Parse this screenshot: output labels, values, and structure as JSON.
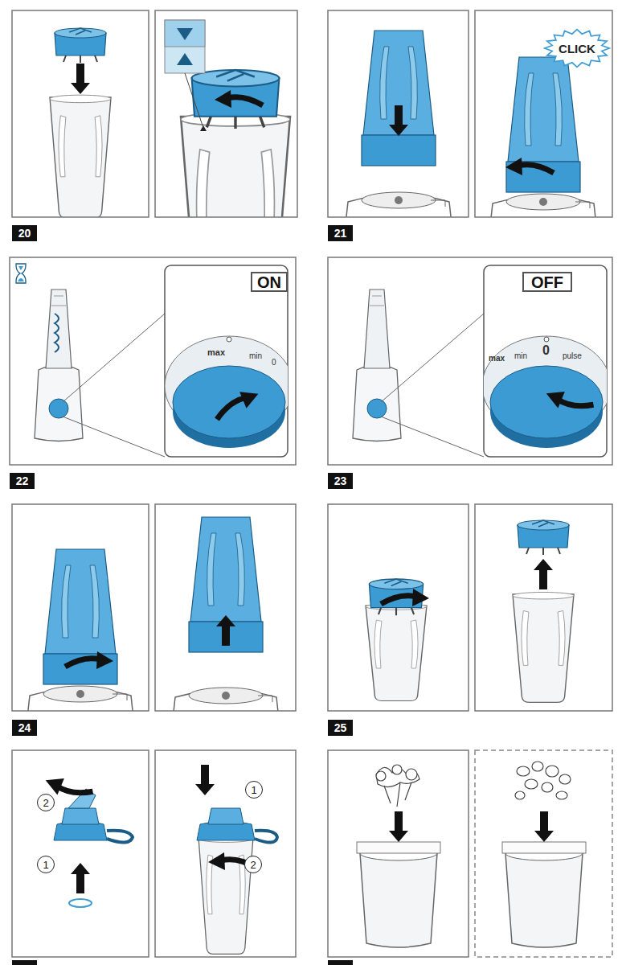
{
  "diagram": {
    "nodes": [
      {
        "text": [
          "CLICK"
        ]
      },
      {
        "text": [
          "20"
        ]
      },
      {
        "text": [
          "21"
        ]
      },
      {
        "text": [
          "ON"
        ]
      },
      {
        "text": [
          "OFF"
        ]
      },
      {
        "text": [
          "22"
        ]
      },
      {
        "text": [
          "23"
        ]
      },
      {
        "text": [
          "24"
        ]
      },
      {
        "text": [
          "25"
        ]
      },
      {
        "text": [
          "2"
        ]
      },
      {
        "text": [
          "1"
        ]
      },
      {
        "text": [
          "1"
        ]
      },
      {
        "text": [
          "2"
        ]
      }
    ],
    "edges": [],
    "labels": [
      "max",
      "min",
      "0",
      "max",
      "min",
      "0",
      "pulse"
    ]
  }
}
